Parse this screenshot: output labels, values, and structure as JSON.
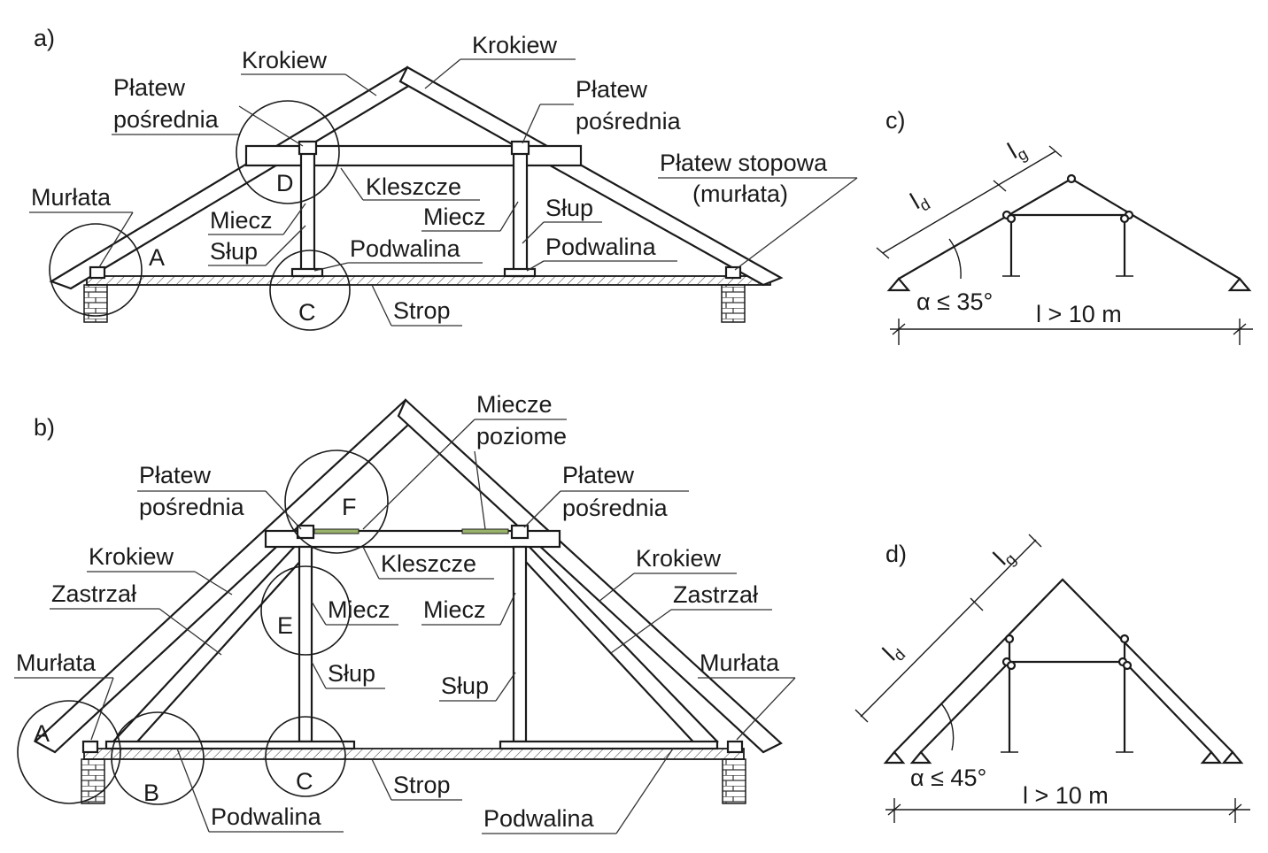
{
  "panels": {
    "a": {
      "tag": "a)",
      "krokiew_left": "Krokiew",
      "krokiew_right": "Krokiew",
      "platew_left_1": "Płatew",
      "platew_left_2": "pośrednia",
      "platew_right_1": "Płatew",
      "platew_right_2": "pośrednia",
      "murlata": "Murłata",
      "circle_d": "D",
      "kleszcze": "Kleszcze",
      "miecz_left": "Miecz",
      "slup_left": "Słup",
      "miecz_right": "Miecz",
      "slup_right": "Słup",
      "circle_a": "A",
      "podwalina_left": "Podwalina",
      "podwalina_right": "Podwalina",
      "platew_stopowa_1": "Płatew stopowa",
      "platew_stopowa_2": "(murłata)",
      "circle_c": "C",
      "strop": "Strop"
    },
    "b": {
      "tag": "b)",
      "miecze_1": "Miecze",
      "miecze_2": "poziome",
      "platew_left_1": "Płatew",
      "platew_left_2": "pośrednia",
      "platew_right_1": "Płatew",
      "platew_right_2": "pośrednia",
      "circle_f": "F",
      "kleszcze": "Kleszcze",
      "krokiew_left": "Krokiew",
      "zastrzal_left": "Zastrzał",
      "krokiew_right": "Krokiew",
      "zastrzal_right": "Zastrzał",
      "miecz_left": "Miecz",
      "circle_e": "E",
      "miecz_right": "Miecz",
      "slup_left": "Słup",
      "slup_right": "Słup",
      "murlata_left": "Murłata",
      "murlata_right": "Murłata",
      "circle_a": "A",
      "circle_b": "B",
      "circle_c": "C",
      "strop": "Strop",
      "podwalina_left": "Podwalina",
      "podwalina_right": "Podwalina"
    },
    "c": {
      "tag": "c)",
      "lg": "l",
      "lg_sub": "g",
      "ld": "l",
      "ld_sub": "d",
      "angle": "α ≤ 35°",
      "span": "l > 10 m"
    },
    "d": {
      "tag": "d)",
      "lg": "l",
      "lg_sub": "g",
      "ld": "l",
      "ld_sub": "d",
      "angle": "α ≤ 45°",
      "span": "l > 10 m"
    }
  }
}
